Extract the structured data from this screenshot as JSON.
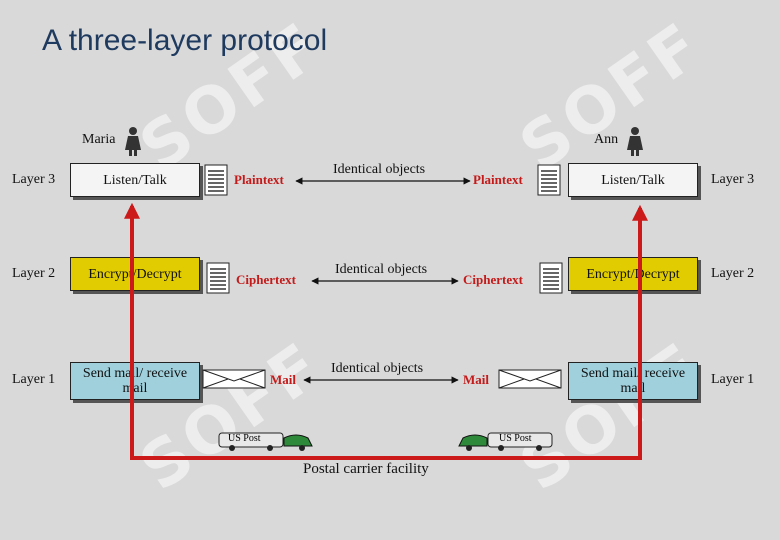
{
  "title": "A three-layer protocol",
  "watermark": "SOFF",
  "people": {
    "left": "Maria",
    "right": "Ann"
  },
  "layers": [
    {
      "label": "Layer 3",
      "left_box": "Listen/Talk",
      "right_box": "Listen/Talk",
      "object": "Plaintext",
      "middle": "Identical objects"
    },
    {
      "label": "Layer 2",
      "left_box": "Encrypt/Decrypt",
      "right_box": "Encrypt/Decrypt",
      "object": "Ciphertext",
      "middle": "Identical objects"
    },
    {
      "label": "Layer 1",
      "left_box": "Send mail/ receive mail",
      "right_box": "Send mail/ receive mail",
      "object": "Mail",
      "middle": "Identical objects"
    }
  ],
  "trucks": {
    "left": "US Post",
    "right": "US Post"
  },
  "carrier": "Postal carrier facility",
  "colors": {
    "path": "#cc1a1a",
    "layer3": "#f4f4f4",
    "layer2": "#e0cc00",
    "layer1": "#9fd0dc"
  }
}
